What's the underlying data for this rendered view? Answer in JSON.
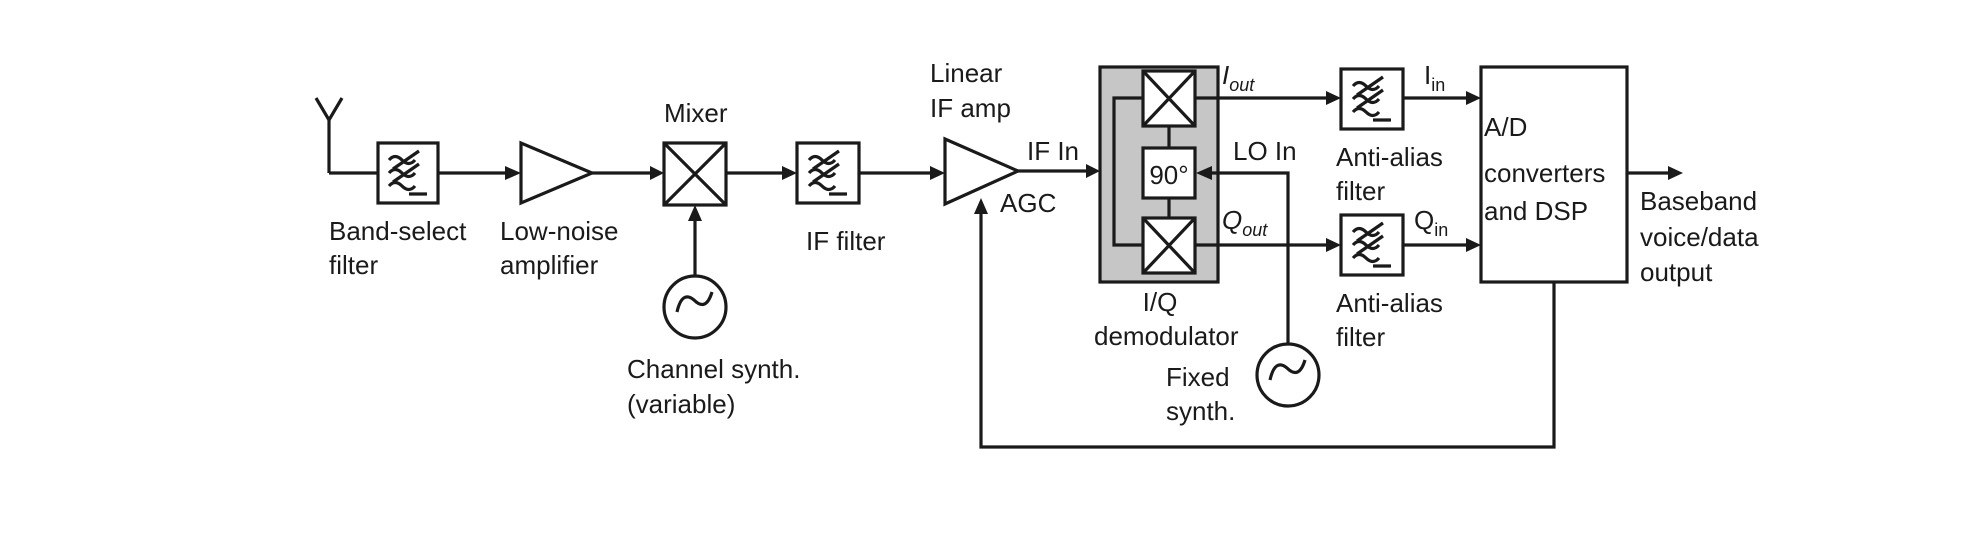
{
  "labels": {
    "band_select_1": "Band-select",
    "band_select_2": "filter",
    "lna_1": "Low-noise",
    "lna_2": "amplifier",
    "mixer": "Mixer",
    "if_filter": "IF filter",
    "channel_synth_1": "Channel synth.",
    "channel_synth_2": "(variable)",
    "linear_if_1": "Linear",
    "linear_if_2": "IF amp",
    "if_in": "IF In",
    "agc": "AGC",
    "lo_in": "LO In",
    "phase": "90°",
    "iq_1": "I/Q",
    "iq_2": "demodulator",
    "fixed_synth_1": "Fixed",
    "fixed_synth_2": "synth.",
    "i_out_main": "I",
    "i_out_sub": "out",
    "q_out_main": "Q",
    "q_out_sub": "out",
    "i_in_main": "I",
    "i_in_sub": "in",
    "q_in_main": "Q",
    "q_in_sub": "in",
    "anti_alias_top_1": "Anti-alias",
    "anti_alias_top_2": "filter",
    "anti_alias_bot_1": "Anti-alias",
    "anti_alias_bot_2": "filter",
    "adc_1": "A/D",
    "adc_2": "converters",
    "adc_3": "and DSP",
    "baseband_1": "Baseband",
    "baseband_2": "voice/data",
    "baseband_3": "output"
  },
  "colors": {
    "line": "#1a1a1a",
    "demod_fill": "#c6c6c6",
    "background": "#ffffff"
  }
}
